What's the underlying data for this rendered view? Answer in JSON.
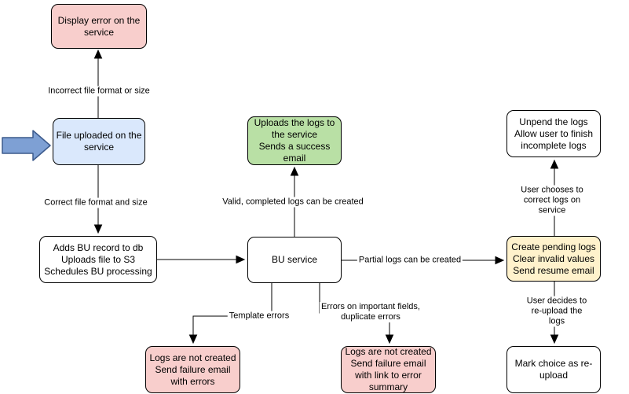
{
  "diagram": {
    "type": "flowchart",
    "nodes": [
      {
        "id": "display-error",
        "label": "Display error on the\nservice",
        "fill_key": "error_fill"
      },
      {
        "id": "file-uploaded",
        "label": "File uploaded on the\nservice",
        "fill_key": "input_fill"
      },
      {
        "id": "adds-bu-record",
        "label": "Adds BU record to db\nUploads file to S3\nSchedules BU processing",
        "fill_key": "neutral_fill"
      },
      {
        "id": "uploads-logs",
        "label": "Uploads the logs to\nthe service\nSends a success\nemail",
        "fill_key": "success_fill"
      },
      {
        "id": "bu-service",
        "label": "BU service",
        "fill_key": "neutral_fill"
      },
      {
        "id": "unpend-logs",
        "label": "Unpend the logs\nAllow user to finish\nincomplete logs",
        "fill_key": "neutral_fill"
      },
      {
        "id": "create-pending-logs",
        "label": "Create pending logs\nClear invalid values\nSend resume email",
        "fill_key": "pending_fill"
      },
      {
        "id": "mark-choice",
        "label": "Mark choice as re-\nupload",
        "fill_key": "neutral_fill"
      },
      {
        "id": "logs-not-created-template",
        "label": "Logs are not created\nSend failure email\nwith errors",
        "fill_key": "error_fill"
      },
      {
        "id": "logs-not-created-fields",
        "label": "Logs are not created\nSend failure email\nwith link to error\nsummary",
        "fill_key": "error_fill"
      }
    ],
    "edge_labels": [
      {
        "id": "incorrect-format",
        "text": "Incorrect file format or size"
      },
      {
        "id": "correct-format",
        "text": "Correct file format and size"
      },
      {
        "id": "valid-logs",
        "text": "Valid, completed logs can be created"
      },
      {
        "id": "partial-logs",
        "text": "Partial logs can be created"
      },
      {
        "id": "template-errors",
        "text": "Template errors"
      },
      {
        "id": "field-errors",
        "text": "Errors on important fields,\nduplicate errors"
      },
      {
        "id": "user-corrects",
        "text": "User chooses to correct logs on service"
      },
      {
        "id": "user-reuploads",
        "text": "User decides to re-upload the logs"
      }
    ],
    "colors": {
      "error_fill": "#f8cecc",
      "input_fill": "#dae8fc",
      "success_fill": "#b9e0a5",
      "pending_fill": "#fff2cc",
      "neutral_fill": "#ffffff",
      "node_border": "#000000",
      "connector": "#000000",
      "entry_arrow_fill": "#7ea0d4",
      "entry_arrow_border": "#3c5a8c"
    }
  }
}
